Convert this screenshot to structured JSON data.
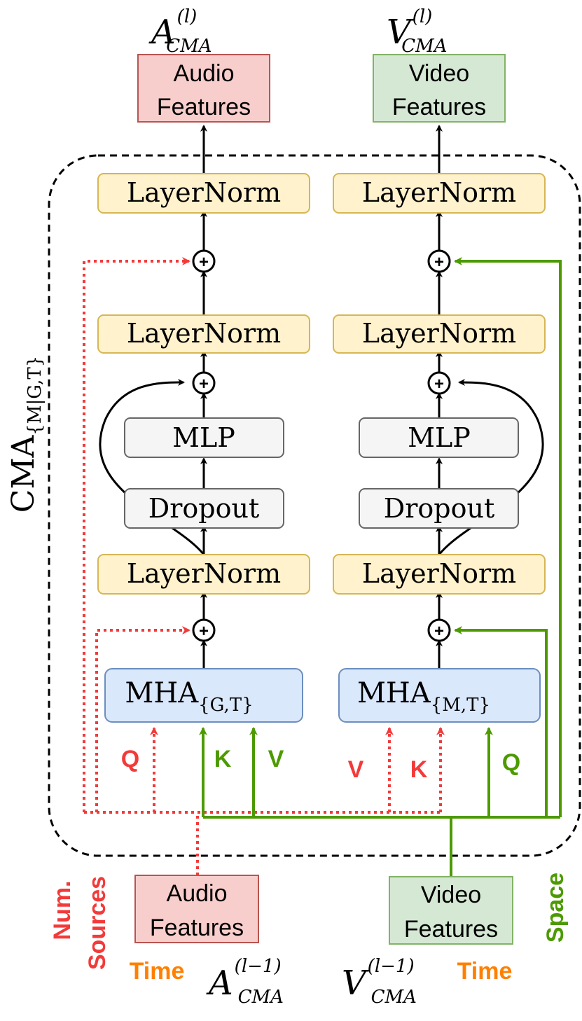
{
  "colors": {
    "audio_fill": "#f8cecc",
    "audio_stroke": "#b85450",
    "video_fill": "#d5e8d4",
    "video_stroke": "#82b366",
    "norm_fill": "#fff2cc",
    "norm_stroke": "#d6b656",
    "mlp_fill": "#f5f5f5",
    "mlp_stroke": "#666666",
    "mha_fill": "#dae8fc",
    "mha_stroke": "#6c8ebf",
    "red": "#f33a3a",
    "green": "#4d9a00",
    "orange": "#ff8000"
  },
  "block_label": {
    "main": "CMA",
    "sub": "{M|G,T}"
  },
  "outputs": {
    "audio": {
      "symbol": "A",
      "sup": "(l)",
      "sub": "CMA",
      "line1": "Audio",
      "line2": "Features"
    },
    "video": {
      "symbol": "V",
      "sup": "(l)",
      "sub": "CMA",
      "line1": "Video",
      "line2": "Features"
    }
  },
  "inputs": {
    "audio": {
      "symbol": "A",
      "sup": "(l−1)",
      "sub": "CMA",
      "line1": "Audio",
      "line2": "Features"
    },
    "video": {
      "symbol": "V",
      "sup": "(l−1)",
      "sub": "CMA",
      "line1": "Video",
      "line2": "Features"
    }
  },
  "audio_branch": {
    "norm_top": "LayerNorm",
    "norm_mid": "LayerNorm",
    "norm_bottom": "LayerNorm",
    "mlp": "MLP",
    "dropout": "Dropout",
    "mha": "MHA",
    "mha_sub": "{G,T}",
    "q": "Q",
    "k": "K",
    "v": "V"
  },
  "video_branch": {
    "norm_top": "LayerNorm",
    "norm_mid": "LayerNorm",
    "norm_bottom": "LayerNorm",
    "mlp": "MLP",
    "dropout": "Dropout",
    "mha": "MHA",
    "mha_sub": "{M,T}",
    "v": "V",
    "k": "K",
    "q": "Q"
  },
  "plus_symbol": "+",
  "dim_labels": {
    "num_sources_1": "Num.",
    "num_sources_2": "Sources",
    "time_left": "Time",
    "time_right": "Time",
    "space": "Space"
  }
}
